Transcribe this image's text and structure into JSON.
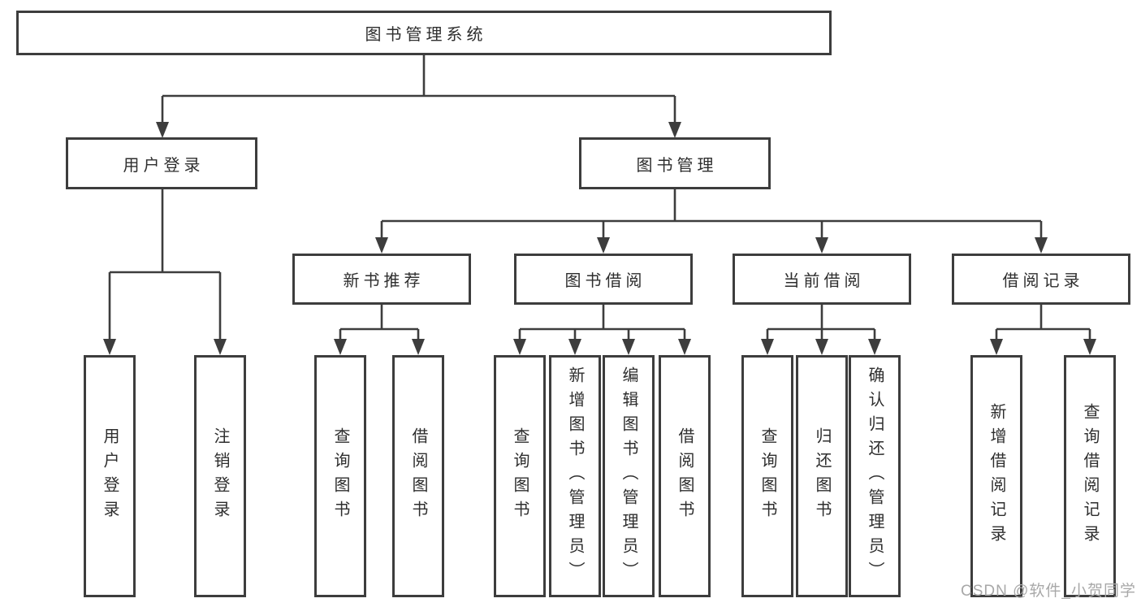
{
  "diagram": {
    "root": {
      "label": "图书管理系统"
    },
    "level2": [
      {
        "label": "用户登录"
      },
      {
        "label": "图书管理"
      }
    ],
    "level3": [
      {
        "label": "新书推荐"
      },
      {
        "label": "图书借阅"
      },
      {
        "label": "当前借阅"
      },
      {
        "label": "借阅记录"
      }
    ],
    "leaves": [
      {
        "label": "用户登录"
      },
      {
        "label": "注销登录"
      },
      {
        "label": "查询图书"
      },
      {
        "label": "借阅图书"
      },
      {
        "label": "查询图书"
      },
      {
        "label": "新增图书（管理员）"
      },
      {
        "label": "编辑图书（管理员）"
      },
      {
        "label": "借阅图书"
      },
      {
        "label": "查询图书"
      },
      {
        "label": "归还图书"
      },
      {
        "label": "确认归还（管理员）"
      },
      {
        "label": "新增借阅记录"
      },
      {
        "label": "查询借阅记录"
      }
    ]
  },
  "watermark": {
    "text": "CSDN @软件_小贺同学"
  },
  "colors": {
    "line": "#3d3d3d",
    "text": "#2e2e2e",
    "watermark": "#a8a8a8",
    "bg": "#ffffff"
  }
}
